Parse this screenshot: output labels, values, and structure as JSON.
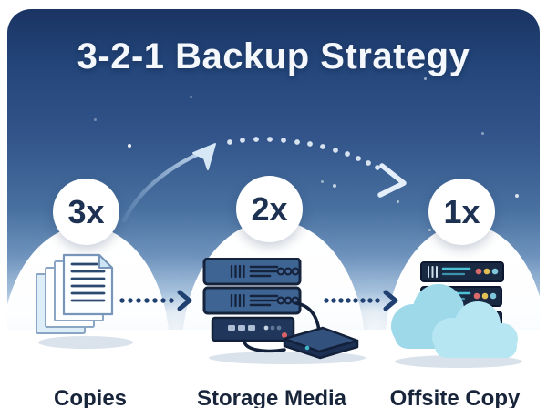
{
  "card": {
    "title": "3-2-1 Backup Strategy"
  },
  "steps": [
    {
      "badge": "3x",
      "label": "Copies",
      "icon": "documents-icon"
    },
    {
      "badge": "2x",
      "label": "Storage Media",
      "icon": "server-stack-icon"
    },
    {
      "badge": "1x",
      "label": "Offsite Copy",
      "icon": "cloud-server-icon"
    }
  ],
  "colors": {
    "sky_top": "#1a3463",
    "sky_mid": "#48709f",
    "sky_bottom": "#ffffff",
    "badge_text": "#1d3152",
    "label_text": "#18243a",
    "flow_arrow": "#1f4070",
    "arc_solid": "#b9d2ec",
    "arc_dotted": "#e6eff9",
    "server_face": "#3e6494",
    "server_dark": "#15233c",
    "offsite_server": "#1a2942",
    "cloud_back": "#9ed9ea",
    "cloud_front": "#b7e6f3",
    "status_red": "#d96a6c",
    "status_yellow": "#e2bf54",
    "status_blue": "#7fc6da"
  }
}
